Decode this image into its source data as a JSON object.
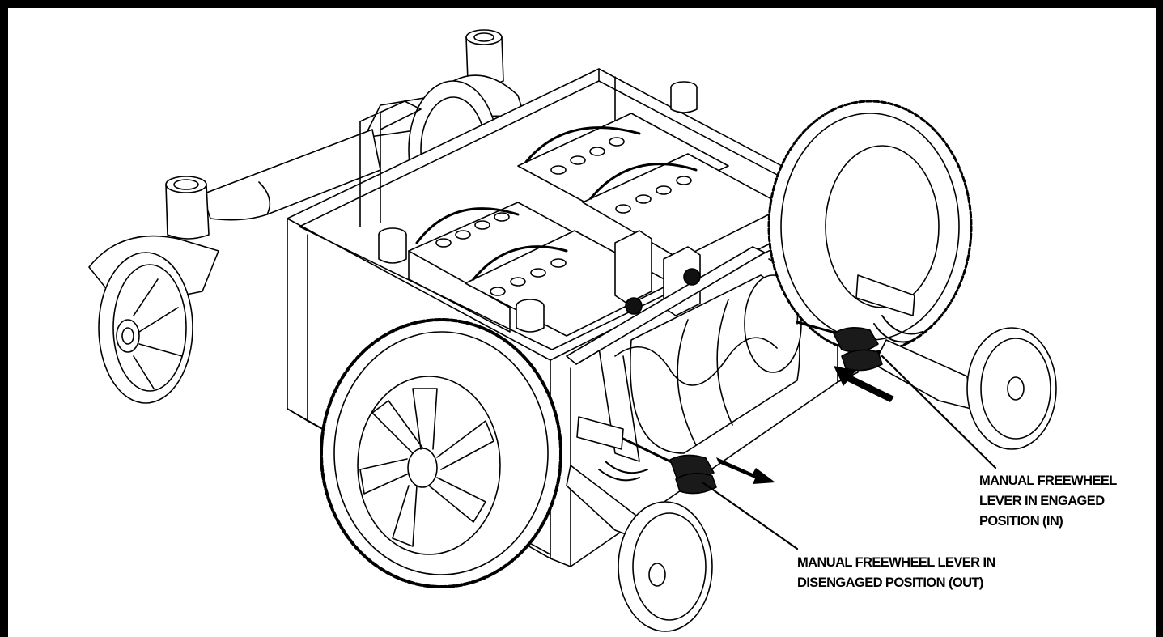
{
  "callouts": {
    "engaged": {
      "line1": "MANUAL FREEWHEEL",
      "line2": "LEVER IN ENGAGED",
      "line3": "POSITION  (IN)"
    },
    "disengaged": {
      "line1": "MANUAL FREEWHEEL LEVER IN",
      "line2": "DISENGAGED POSITION (OUT)"
    }
  },
  "colors": {
    "frame": "#000000",
    "background": "#ffffff",
    "lever_grip": "#1a1a1a"
  }
}
